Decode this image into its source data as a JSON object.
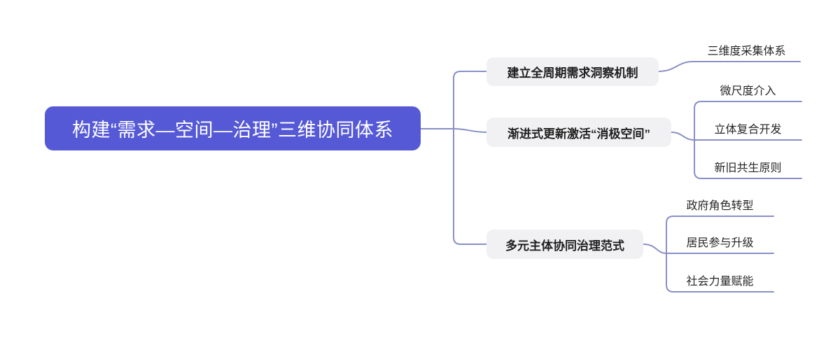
{
  "colors": {
    "canvas_bg": "#ffffff",
    "root_bg": "#5659d6",
    "root_text": "#ffffff",
    "branch_bg": "#f1f1f4",
    "branch_text": "#1f1f1f",
    "leaf_text": "#262626",
    "connector": "#8a8fc7"
  },
  "mindmap": {
    "root": {
      "label": "构建“需求—空间—治理”三维协同体系"
    },
    "branches": [
      {
        "label": "建立全周期需求洞察机制",
        "leaves": [
          {
            "label": "三维度采集体系"
          }
        ]
      },
      {
        "label": "渐进式更新激活“消极空间”",
        "leaves": [
          {
            "label": "微尺度介入"
          },
          {
            "label": "立体复合开发"
          },
          {
            "label": "新旧共生原则"
          }
        ]
      },
      {
        "label": "多元主体协同治理范式",
        "leaves": [
          {
            "label": "政府角色转型"
          },
          {
            "label": "居民参与升级"
          },
          {
            "label": "社会力量赋能"
          }
        ]
      }
    ]
  }
}
